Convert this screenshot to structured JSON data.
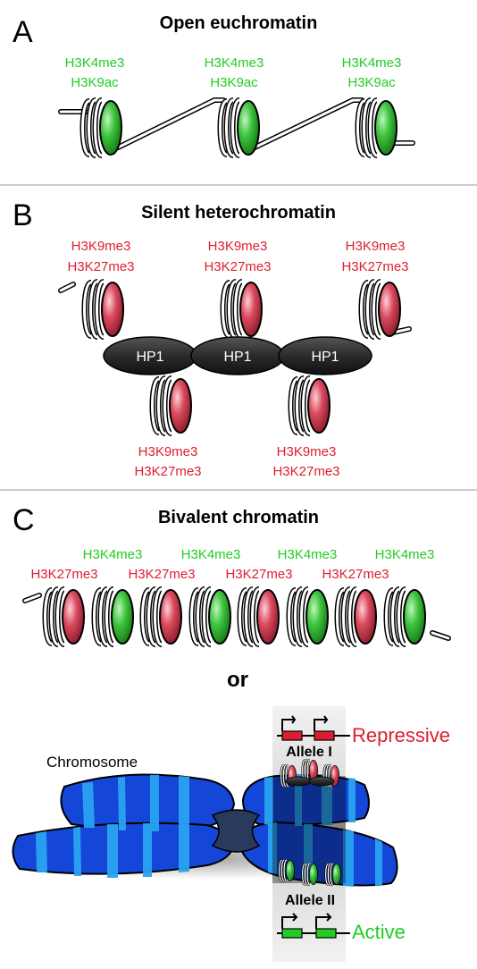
{
  "panels": {
    "a": {
      "letter": "A",
      "title": "Open euchromatin",
      "marks": [
        "H3K4me3",
        "H3K9ac"
      ]
    },
    "b": {
      "letter": "B",
      "title": "Silent heterochromatin",
      "marks": [
        "H3K9me3",
        "H3K27me3"
      ],
      "protein": "HP1"
    },
    "c": {
      "letter": "C",
      "title": "Bivalent chromatin",
      "green_mark": "H3K4me3",
      "red_mark": "H3K27me3",
      "or_text": "or"
    }
  },
  "chromosome": {
    "label": "Chromosome",
    "allele_1": "Allele I",
    "allele_2": "Allele II",
    "repressive": "Repressive",
    "active": "Active"
  },
  "colors": {
    "active_green": "#22cc22",
    "repressive_red": "#dd1e2f",
    "green_nucleosome": "#3ec43e",
    "red_nucleosome": "#d94a5e",
    "hp1": "#2b2b2b",
    "chromosome_dark": "#1446d8",
    "chromosome_light": "#2aa3f2"
  }
}
